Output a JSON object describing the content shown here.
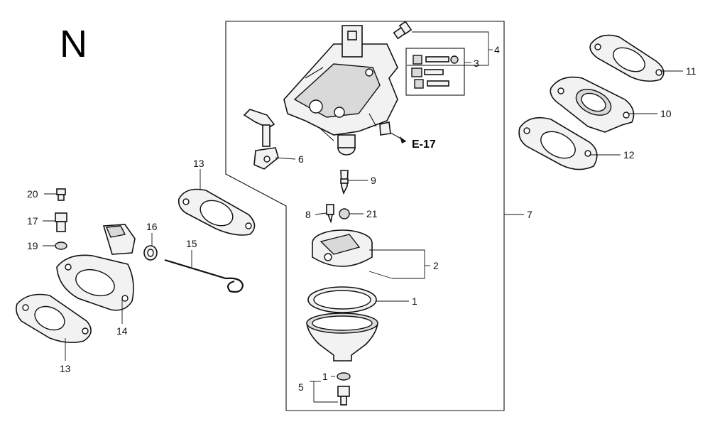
{
  "section_letter": "N",
  "reference": "E-17",
  "callouts": {
    "c1": "1",
    "c1b": "1",
    "c2": "2",
    "c3": "3",
    "c4": "4",
    "c5": "5",
    "c6": "6",
    "c7": "7",
    "c8": "8",
    "c9": "9",
    "c10": "10",
    "c11": "11",
    "c12": "12",
    "c13a": "13",
    "c13b": "13",
    "c14": "14",
    "c15": "15",
    "c16": "16",
    "c17": "17",
    "c19": "19",
    "c20": "20",
    "c21": "21"
  }
}
